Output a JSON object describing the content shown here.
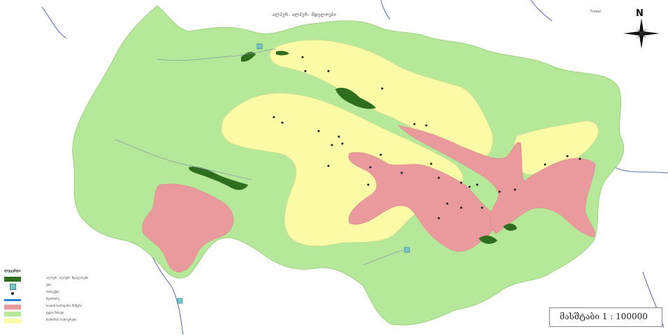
{
  "map": {
    "title": "ალპურ- ალპურ- მდელოები",
    "corner_label": "Forest",
    "north_label": "N",
    "scale_text": "მასშტაბი 1 : 100000",
    "colors": {
      "background": "#ffffff",
      "meadow_light_green": "#b6e89a",
      "yellow_zone": "#fbfaa6",
      "pink_zone": "#ea9a9c",
      "dark_green_patch": "#2f6e1e",
      "river": "#6f7fb6",
      "border": "#9fcf84",
      "water_point": "#79c5c8"
    }
  },
  "legend": {
    "title": "ლეგენდა",
    "items": [
      {
        "label": "ალპურ- ალპურ- მდელოები",
        "color": "#2f6e1e"
      },
      {
        "label": "ტბა",
        "color": "#79c5c8"
      },
      {
        "label": "ობიექტი",
        "color": "#1a1a1a"
      },
      {
        "label": "მდინარე",
        "color": "#2b7fd6"
      },
      {
        "label": "სათიბ-საძოვარი მიწები",
        "color": "#ea9a9c"
      },
      {
        "label": "ტყის მასივი",
        "color": "#b6e89a"
      },
      {
        "label": "ზამთრის საძოვრები",
        "color": "#fbfaa6"
      }
    ]
  }
}
